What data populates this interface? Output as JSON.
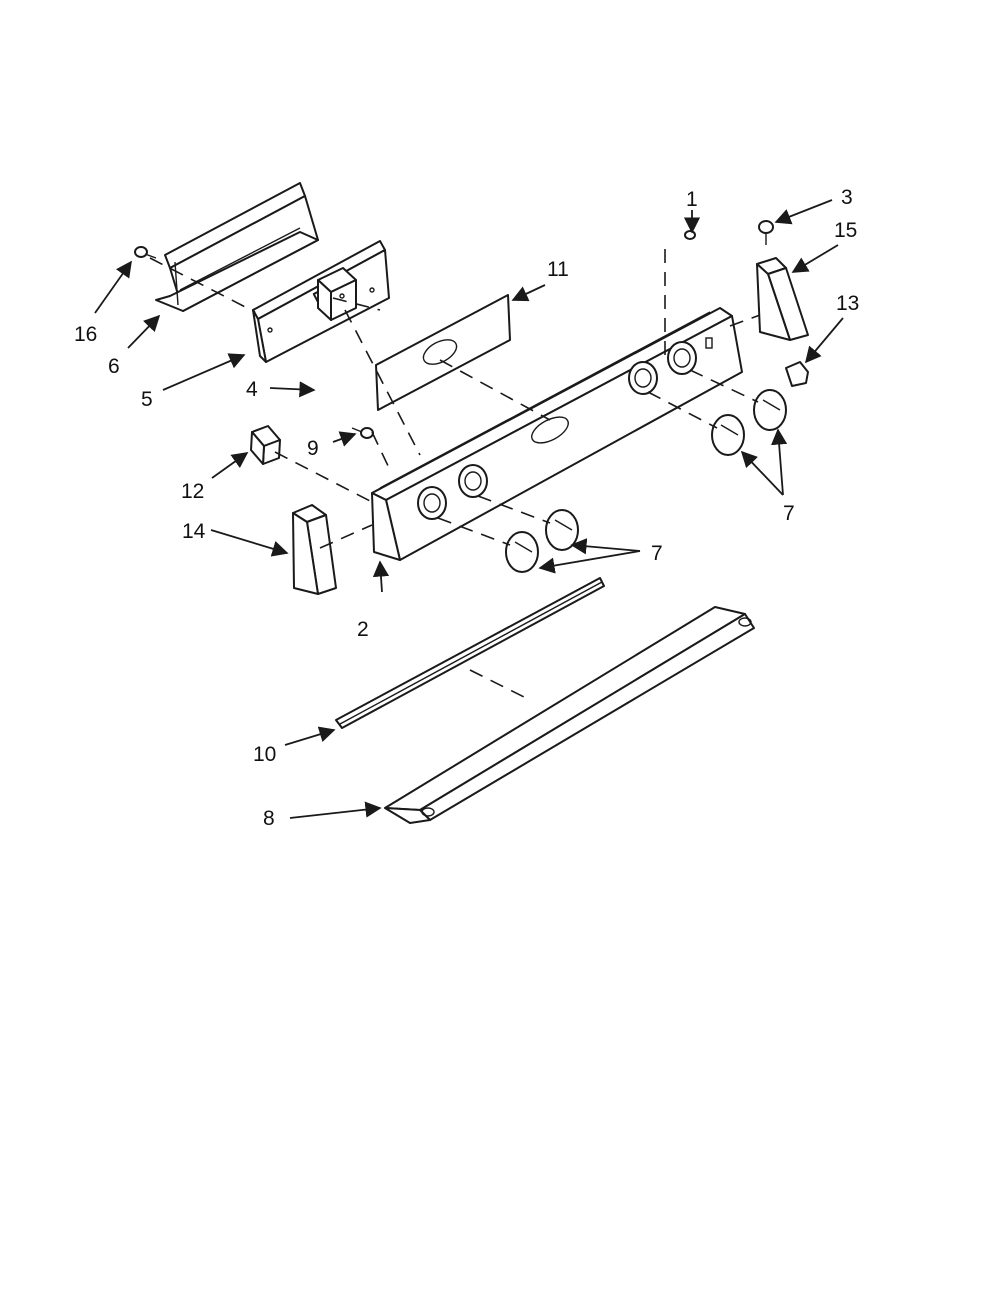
{
  "diagram": {
    "callouts": {
      "c1": "1",
      "c2": "2",
      "c3": "3",
      "c4": "4",
      "c5": "5",
      "c6": "6",
      "c7a": "7",
      "c7b": "7",
      "c8": "8",
      "c9": "9",
      "c10": "10",
      "c11": "11",
      "c12": "12",
      "c13": "13",
      "c14": "14",
      "c15": "15",
      "c16": "16"
    },
    "colors": {
      "ink": "#1a1a1a",
      "background": "#ffffff"
    }
  }
}
